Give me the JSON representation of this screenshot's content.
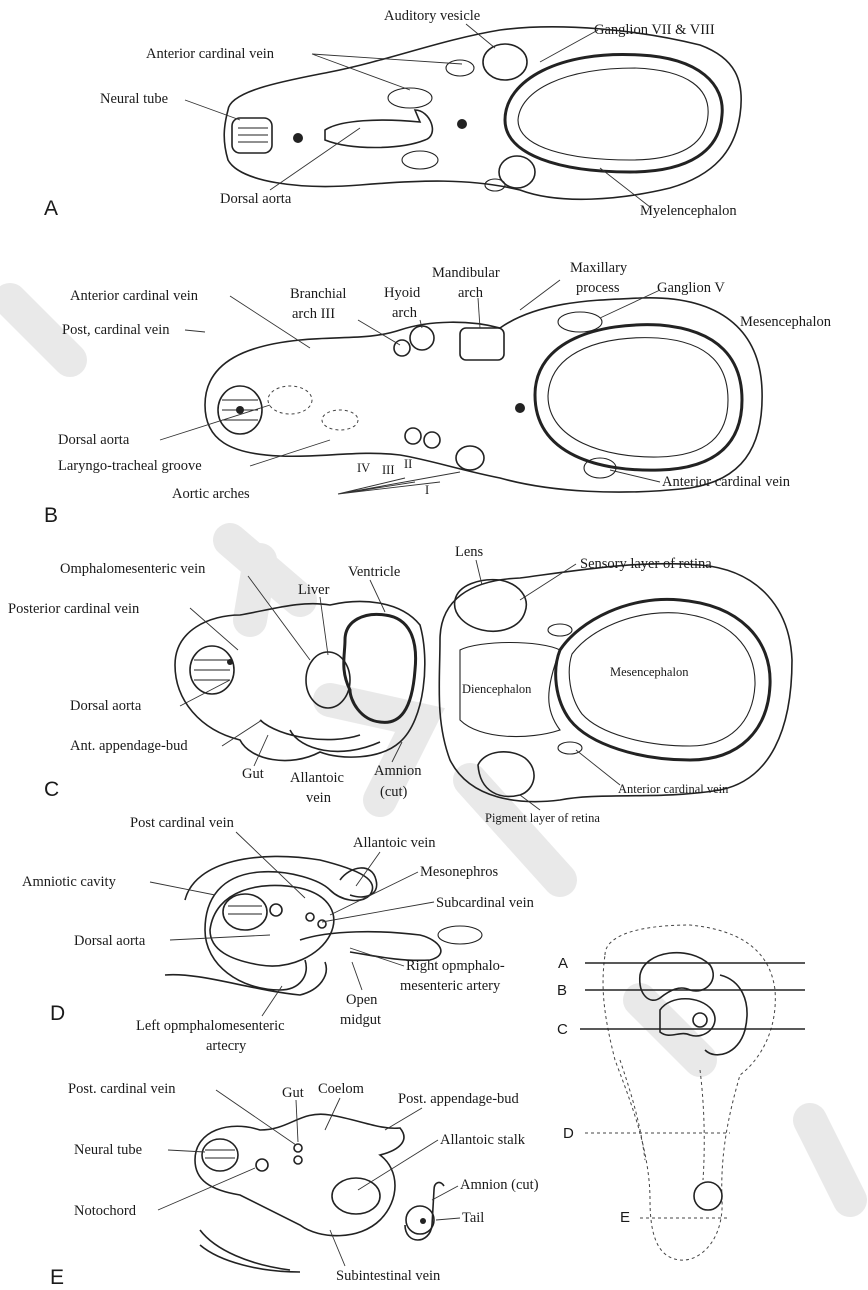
{
  "panels": {
    "A": {
      "letter": "A",
      "labels": {
        "auditory_vesicle": "Auditory vesicle",
        "ganglion_vii_viii": "Ganglion VII & VIII",
        "anterior_cardinal_vein": "Anterior cardinal vein",
        "neural_tube": "Neural tube",
        "dorsal_aorta": "Dorsal aorta",
        "myelencephalon": "Myelencephalon"
      }
    },
    "B": {
      "letter": "B",
      "labels": {
        "anterior_cardinal_vein": "Anterior cardinal vein",
        "post_cardinal_vein": "Post, cardinal vein",
        "branchial_arch_1": "Branchial",
        "branchial_arch_2": "arch III",
        "hyoid_1": "Hyoid",
        "hyoid_2": "arch",
        "mandibular_1": "Mandibular",
        "mandibular_2": "arch",
        "maxillary_1": "Maxillary",
        "maxillary_2": "process",
        "ganglion_v": "Ganglion V",
        "mesencephalon": "Mesencephalon",
        "dorsal_aorta": "Dorsal aorta",
        "laryngo_tracheal_groove": "Laryngo-tracheal groove",
        "aortic_arches": "Aortic arches",
        "roman_iv": "IV",
        "roman_iii": "III",
        "roman_ii": "II",
        "roman_i": "I",
        "anterior_cardinal_vein_lower": "Anterior cardinal vein"
      }
    },
    "C": {
      "letter": "C",
      "labels": {
        "lens": "Lens",
        "sensory_layer": "Sensory layer of retina",
        "omphalomesenteric_vein": "Omphalomesenteric vein",
        "ventricle": "Ventricle",
        "liver": "Liver",
        "posterior_cardinal_vein": "Posterior cardinal vein",
        "mesencephalon": "Mesencephalon",
        "diencephalon": "Diencephalon",
        "dorsal_aorta": "Dorsal aorta",
        "ant_appendage_bud": "Ant. appendage-bud",
        "gut": "Gut",
        "allantoic_vein_1": "Allantoic",
        "allantoic_vein_2": "vein",
        "amnion_1": "Amnion",
        "amnion_2": "(cut)",
        "anterior_cardinal_vein": "Anterior cardinal vein",
        "pigment_layer": "Pigment layer of retina"
      }
    },
    "D": {
      "letter": "D",
      "labels": {
        "post_cardinal_vein": "Post cardinal vein",
        "allantoic_vein": "Allantoic vein",
        "mesonephros": "Mesonephros",
        "amniotic_cavity": "Amniotic cavity",
        "subcardinal_vein": "Subcardinal vein",
        "dorsal_aorta": "Dorsal aorta",
        "right_art_1": "Right opmphalo-",
        "right_art_2": "mesenteric artery",
        "open_midgut_1": "Open",
        "open_midgut_2": "midgut",
        "left_art_1": "Left opmphalomesenteric",
        "left_art_2": "artecry"
      }
    },
    "E": {
      "letter": "E",
      "labels": {
        "post_cardinal_vein": "Post. cardinal vein",
        "gut": "Gut",
        "coelom": "Coelom",
        "post_appendage_bud": "Post. appendage-bud",
        "neural_tube": "Neural tube",
        "allantoic_stalk": "Allantoic stalk",
        "amnion_cut": "Amnion (cut)",
        "notochord": "Notochord",
        "tail": "Tail",
        "subintestinal_vein": "Subintestinal vein"
      }
    }
  },
  "reference_embryo": {
    "section_levels": [
      "A",
      "B",
      "C",
      "D",
      "E"
    ]
  }
}
